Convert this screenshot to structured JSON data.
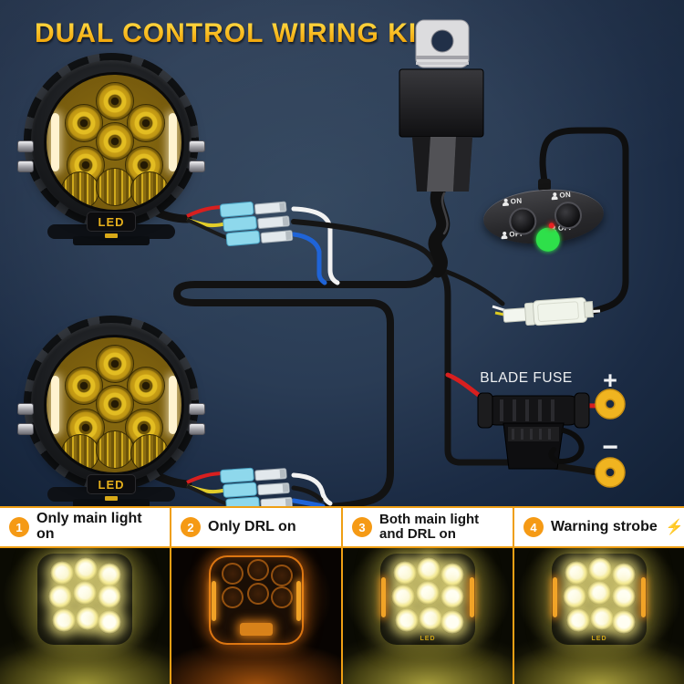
{
  "title": "DUAL CONTROL WIRING KIT",
  "colors": {
    "background_center": "#2f4560",
    "background_edge": "#0f1c31",
    "title_yellow": "#f6b01a",
    "wire_red": "#d81f1f",
    "wire_yellow": "#e3cd2a",
    "wire_blue": "#1f64d8",
    "wire_white": "#f2f2f2",
    "wire_black": "#121212",
    "connector_cyan": "#8ed8ec",
    "terminal_gold": "#f0b420",
    "lens_yellow": "#d8b125",
    "panel_divider_orange": "#ef9f14",
    "mode_number_orange": "#f59a15",
    "switch_led_green": "#2ee04a",
    "switch_led_red": "#e82222"
  },
  "diagram": {
    "blade_fuse_label": "BLADE FUSE",
    "positive_label": "+",
    "negative_label": "−",
    "led_badge": "LED",
    "switch": {
      "left_on": "ON",
      "left_off": "OFF",
      "right_on": "ON",
      "right_off": "OFF"
    }
  },
  "modes": [
    {
      "number": "1",
      "label": "Only main light on",
      "bolt": ""
    },
    {
      "number": "2",
      "label": "Only DRL on",
      "bolt": ""
    },
    {
      "number": "3",
      "label": "Both main light and DRL on",
      "bolt": ""
    },
    {
      "number": "4",
      "label": "Warning strobe",
      "bolt": "⚡"
    }
  ]
}
